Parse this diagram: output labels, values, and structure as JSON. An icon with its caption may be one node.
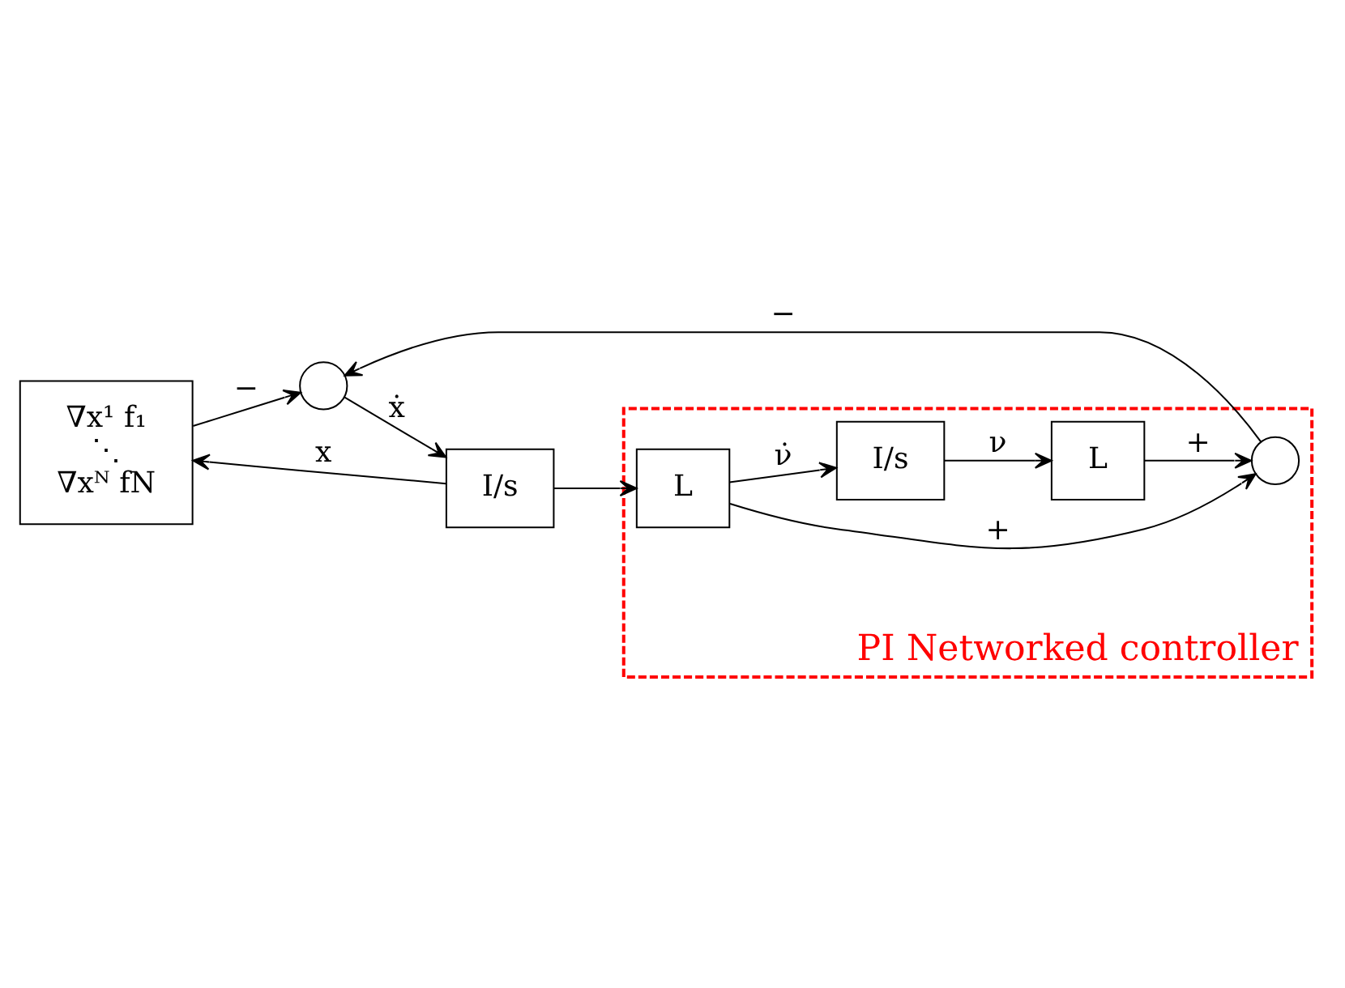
{
  "diagram": {
    "nodes": [
      {
        "text": [
          "∇x¹ f₁",
          "⋱",
          "∇xᴺ fN"
        ]
      },
      {
        "text": [],
        "shape": "circle"
      },
      {
        "text": [
          "I/s"
        ]
      },
      {
        "text": [
          "PI Networked controller"
        ]
      },
      {
        "text": [],
        "shape": "circle",
        "in": 3
      },
      {
        "text": [
          "L"
        ],
        "in": 3
      },
      {
        "text": [
          "I/s"
        ],
        "in": 3
      },
      {
        "text": [
          "L"
        ],
        "in": 3
      }
    ],
    "edges": [
      {
        "from": 0,
        "to": 1,
        "arrow": "to",
        "label": "−"
      },
      {
        "from": 1,
        "to": 2,
        "arrow": "to",
        "label": "ẋ"
      },
      {
        "from": 2,
        "to": 0,
        "arrow": "to",
        "label": "x"
      },
      {
        "from": 2,
        "to": 7,
        "arrow": "to"
      },
      {
        "from": 7,
        "to": 6,
        "arrow": "to",
        "label": "ν̇"
      },
      {
        "from": 6,
        "to": 5,
        "arrow": "to",
        "label": "ν"
      },
      {
        "from": 5,
        "to": 4,
        "arrow": "to",
        "label": "+"
      },
      {
        "from": 7,
        "to": 4,
        "arrow": "to",
        "label": "+"
      },
      {
        "from": 4,
        "to": 1,
        "arrow": "to",
        "label": "−"
      }
    ]
  }
}
